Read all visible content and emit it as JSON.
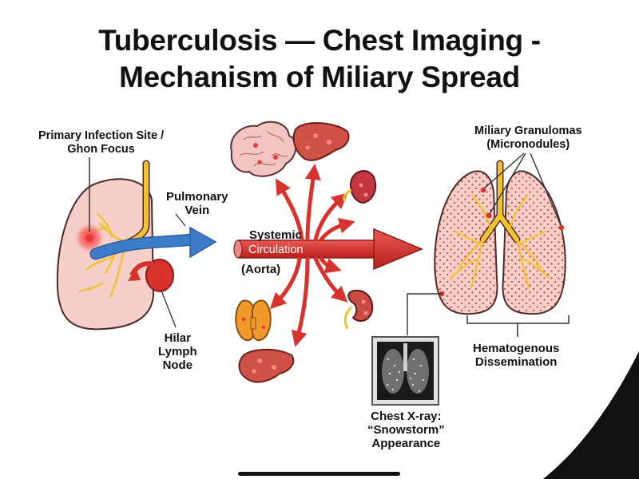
{
  "title": {
    "line1": "Tuberculosis — Chest Imaging -",
    "line2": "Mechanism of Miliary Spread"
  },
  "labels": {
    "primary_line1": "Primary Infection Site /",
    "primary_line2": "Ghon Focus",
    "pulmonary_line1": "Pulmonary",
    "pulmonary_line2": "Vein",
    "systemic": "Systemic",
    "circulation": "Circulation",
    "aorta": "(Aorta)",
    "hilar_line1": "Hilar",
    "hilar_line2": "Lymph",
    "hilar_line3": "Node",
    "miliary_line1": "Miliary Granulomas",
    "miliary_line2": "(Micronodules)",
    "hema_line1": "Hematogenous",
    "hema_line2": "Dissemination",
    "xray_line1": "Chest X-ray:",
    "xray_line2": "“Snowstorm”",
    "xray_line3": "Appearance"
  },
  "colors": {
    "lung_fill": "#f6cfc9",
    "lung_outline": "#4a2a2a",
    "airway": "#f2c12e",
    "vein_blue": "#3d7cc9",
    "artery_red": "#d8322d",
    "organ_liver": "#cf5148",
    "brain": "#f3c5c2",
    "adrenal": "#f09a2c",
    "focus_red": "#e53b3b"
  },
  "icons": [
    "brain-icon",
    "liver-icon",
    "kidney-icon",
    "adrenal-icon",
    "spleen-icon",
    "lung-icon",
    "xray-icon"
  ]
}
